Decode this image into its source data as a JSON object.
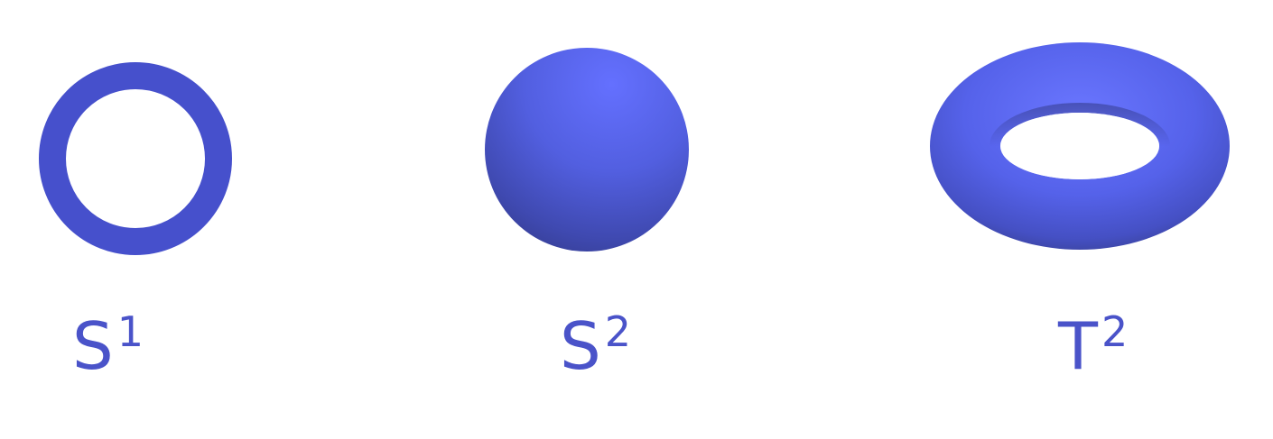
{
  "shapes": [
    {
      "id": "circle",
      "label_base": "S",
      "label_exponent": "1"
    },
    {
      "id": "sphere",
      "label_base": "S",
      "label_exponent": "2"
    },
    {
      "id": "torus",
      "label_base": "T",
      "label_exponent": "2"
    }
  ],
  "colors": {
    "shape": "#5865f2",
    "ring": "#4650cc",
    "label": "#4a53c9"
  }
}
